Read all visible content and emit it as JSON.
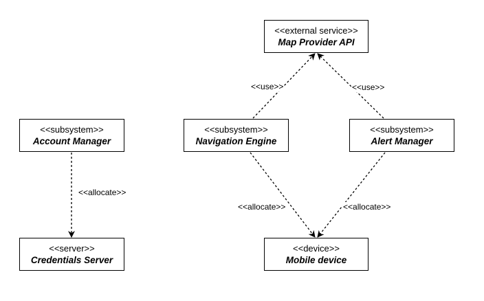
{
  "nodes": {
    "map_api": {
      "stereotype": "<<external service>>",
      "name": "Map Provider API"
    },
    "account": {
      "stereotype": "<<subsystem>>",
      "name": "Account Manager"
    },
    "navigation": {
      "stereotype": "<<subsystem>>",
      "name": "Navigation Engine"
    },
    "alert": {
      "stereotype": "<<subsystem>>",
      "name": "Alert Manager"
    },
    "creds": {
      "stereotype": "<<server>>",
      "name": "Credentials Server"
    },
    "mobile": {
      "stereotype": "<<device>>",
      "name": "Mobile device"
    }
  },
  "edges": {
    "nav_use_map": {
      "from": "Navigation Engine",
      "to": "Map Provider API",
      "label": "<<use>>"
    },
    "alert_use_map": {
      "from": "Alert Manager",
      "to": "Map Provider API",
      "label": "<<use>>"
    },
    "account_alloc": {
      "from": "Account Manager",
      "to": "Credentials Server",
      "label": "<<allocate>>"
    },
    "nav_alloc_mobile": {
      "from": "Navigation Engine",
      "to": "Mobile device",
      "label": "<<allocate>>"
    },
    "alert_alloc_mobile": {
      "from": "Alert Manager",
      "to": "Mobile device",
      "label": "<<allocate>>"
    }
  },
  "colors": {
    "line": "#000000",
    "background": "#ffffff"
  }
}
